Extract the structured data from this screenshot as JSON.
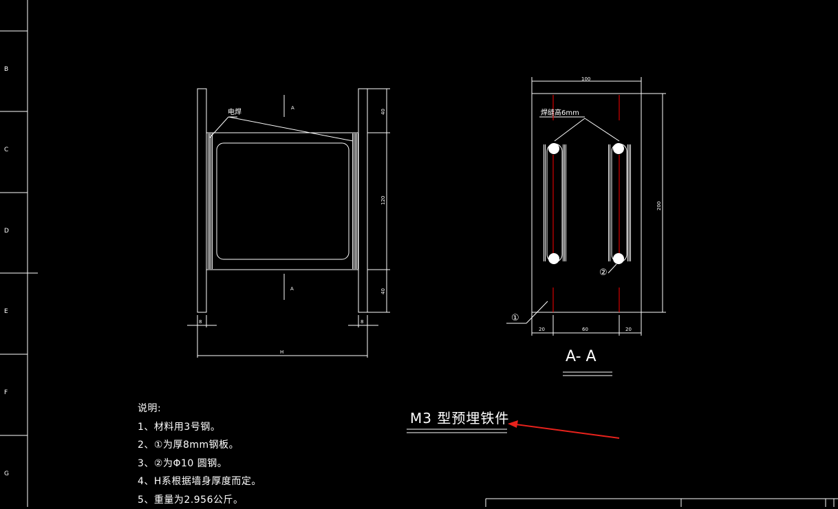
{
  "border": {
    "row_labels": [
      "B",
      "C",
      "D",
      "E",
      "F",
      "G"
    ]
  },
  "elevation": {
    "weld_label": "电焊",
    "section_mark_top": "A",
    "section_mark_bottom": "A",
    "dim_top": "40",
    "dim_middle": "120",
    "dim_bottom": "40",
    "dim_left_thickness": "8",
    "dim_right_thickness": "8",
    "dim_overall": "H"
  },
  "section": {
    "title": "A- A",
    "weld_height_note": "焊缝高6mm",
    "dim_width": "100",
    "dim_height": "200",
    "dim_left": "20",
    "dim_center": "60",
    "dim_right": "20",
    "callout_1": "①",
    "callout_2": "②"
  },
  "drawing_title": "M3 型预埋铁件",
  "notes": {
    "heading": "说明:",
    "items": [
      "1、材料用3号钢。",
      "2、①为厚8mm钢板。",
      "3、②为Φ10 圆钢。",
      "4、H系根据墙身厚度而定。",
      "5、重量为2.956公斤。"
    ]
  },
  "colors": {
    "background": "#000000",
    "line": "#ffffff",
    "centerline": "#ff0000",
    "annotation_arrow": "#e8221c"
  }
}
